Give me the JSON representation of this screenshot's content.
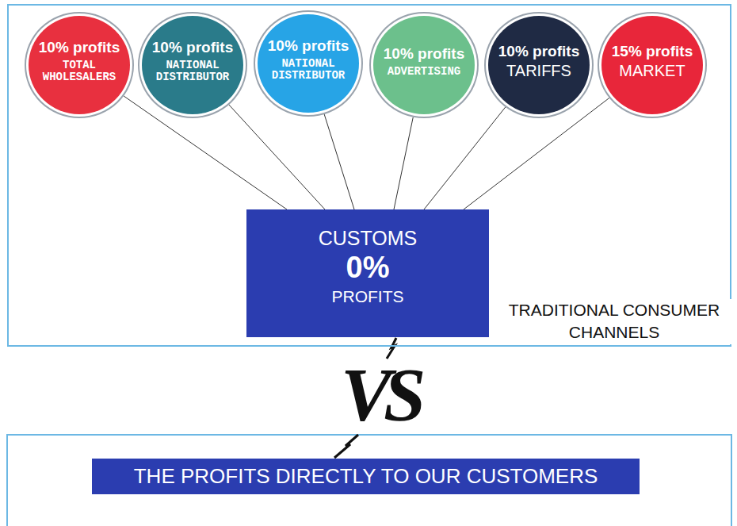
{
  "diagram": {
    "nodes": [
      {
        "text": [
          "TRADITIONAL CONSUMER CHANNELS"
        ]
      },
      {
        "text": [
          "10% profits",
          "TOTAL WHOLESALERS"
        ],
        "in": 0
      },
      {
        "text": [
          "10% profits",
          "NATIONAL DISTRIBUTOR"
        ],
        "in": 0
      },
      {
        "text": [
          "10% profits",
          "NATIONAL DISTRIBUTOR"
        ],
        "in": 0
      },
      {
        "text": [
          "10% profits",
          "ADVERTISING"
        ],
        "in": 0
      },
      {
        "text": [
          "10% profits",
          "TARIFFS"
        ],
        "in": 0
      },
      {
        "text": [
          "15% profits",
          "MARKET"
        ],
        "in": 0
      },
      {
        "text": [
          "CUSTOMS",
          "0%",
          "PROFITS"
        ],
        "in": 0
      },
      {
        "text": [
          "THE PROFITS DIRECTLY TO OUR CUSTOMERS"
        ]
      }
    ],
    "edges": [
      {
        "from": 1,
        "to": 7,
        "arrow": "none"
      },
      {
        "from": 2,
        "to": 7,
        "arrow": "none"
      },
      {
        "from": 3,
        "to": 7,
        "arrow": "none"
      },
      {
        "from": 4,
        "to": 7,
        "arrow": "none"
      },
      {
        "from": 5,
        "to": 7,
        "arrow": "none"
      },
      {
        "from": 6,
        "to": 7,
        "arrow": "none"
      }
    ],
    "labels": [
      "VS"
    ]
  }
}
